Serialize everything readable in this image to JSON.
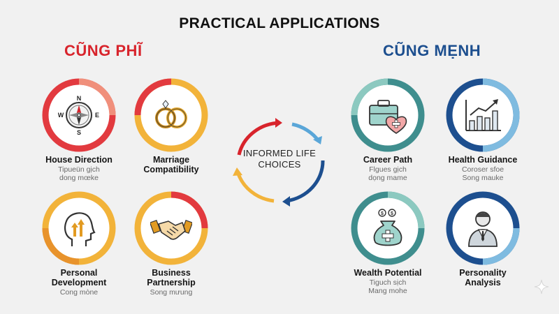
{
  "title": "PRACTICAL APPLICATIONS",
  "left_section": {
    "title": "CŨNG PHĨ",
    "items": [
      {
        "label": "House Direction",
        "sub1": "Tipueün gịch",
        "sub2": "dong mœke",
        "icon": "compass-icon"
      },
      {
        "label": "Marriage",
        "label2": "Compatibility",
        "icon": "rings-icon"
      },
      {
        "label": "Personal",
        "label2": "Development",
        "sub1": "Cong mòne",
        "icon": "head-arrows-icon"
      },
      {
        "label": "Business",
        "label2": "Partnership",
        "sub1": "Song mưung",
        "icon": "handshake-icon"
      }
    ]
  },
  "right_section": {
    "title": "CŨNG MẸNH",
    "items": [
      {
        "label": "Career Path",
        "sub1": "Flgues gịch",
        "sub2": "dọng mame",
        "icon": "briefcase-heart-icon"
      },
      {
        "label": "Health Guidance",
        "sub1": "Coroser sfoe",
        "sub2": "Song mauke",
        "icon": "bar-chart-icon"
      },
      {
        "label": "Wealth Potential",
        "sub1": "Tiguch sịch",
        "sub2": "Mang mohe",
        "icon": "money-bag-icon"
      },
      {
        "label": "Personality",
        "label2": "Analysis",
        "icon": "person-icon"
      }
    ]
  },
  "center": {
    "line1": "INFORMED LIFE",
    "line2": "CHOICES"
  },
  "colors": {
    "left_title": "#d8242c",
    "right_title": "#1d4f8f",
    "red": "#e23a3f",
    "yellow": "#f2b33a",
    "teal": "#3f8e8e",
    "blue": "#1d4f8f",
    "light_blue": "#5aa6d8"
  }
}
